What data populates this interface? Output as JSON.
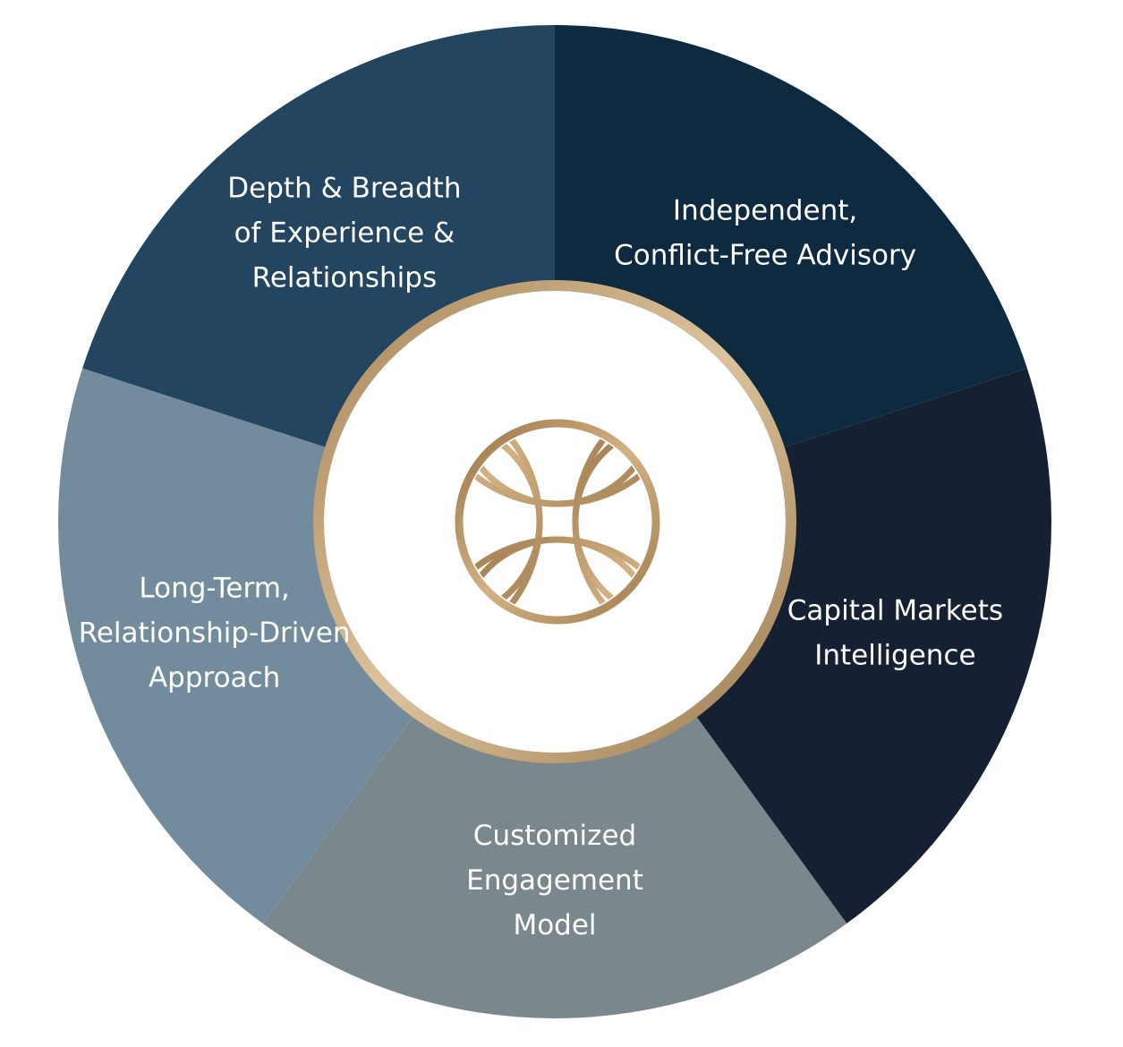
{
  "segments": [
    {
      "id": "independent-advisory",
      "lines": [
        "Independent,",
        "Conflict-Free Advisory"
      ],
      "color": "#0e2a41"
    },
    {
      "id": "capital-markets",
      "lines": [
        "Capital Markets",
        "Intelligence"
      ],
      "color": "#152133"
    },
    {
      "id": "customized-engagement",
      "lines": [
        "Customized",
        "Engagement",
        "Model"
      ],
      "color": "#7a878c"
    },
    {
      "id": "long-term-approach",
      "lines": [
        "Long-Term,",
        "Relationship-Driven",
        "Approach"
      ],
      "color": "#728c9d"
    },
    {
      "id": "depth-breadth",
      "lines": [
        "Depth & Breadth",
        "of Experience &",
        "Relationships"
      ],
      "color": "#234560"
    }
  ],
  "colors": {
    "ring_gold": "#c8ab82",
    "logo_gold": "#b38e5d",
    "center_fill": "#ffffff"
  },
  "center_icon": "interlaced-arcs-logo"
}
